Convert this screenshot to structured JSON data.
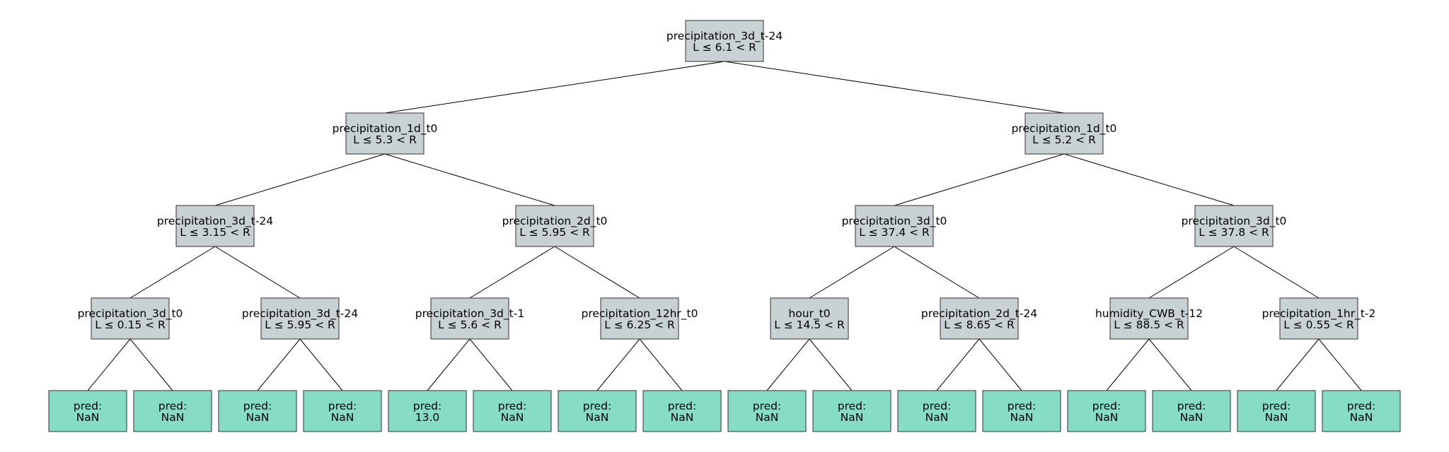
{
  "tree": {
    "nodes": [
      {
        "id": "n0",
        "type": "split",
        "line1": "precipitation_3d_t-24",
        "line2": "L ≤ 6.1 < R"
      },
      {
        "id": "n1",
        "type": "split",
        "line1": "precipitation_1d_t0",
        "line2": "L ≤ 5.3 < R"
      },
      {
        "id": "n2",
        "type": "split",
        "line1": "precipitation_1d_t0",
        "line2": "L ≤ 5.2 < R"
      },
      {
        "id": "n3",
        "type": "split",
        "line1": "precipitation_3d_t-24",
        "line2": "L ≤ 3.15 < R"
      },
      {
        "id": "n4",
        "type": "split",
        "line1": "precipitation_2d_t0",
        "line2": "L ≤ 5.95 < R"
      },
      {
        "id": "n5",
        "type": "split",
        "line1": "precipitation_3d_t0",
        "line2": "L ≤ 37.4 < R"
      },
      {
        "id": "n6",
        "type": "split",
        "line1": "precipitation_3d_t0",
        "line2": "L ≤ 37.8 < R"
      },
      {
        "id": "n7",
        "type": "split",
        "line1": "precipitation_3d_t0",
        "line2": "L ≤ 0.15 < R"
      },
      {
        "id": "n8",
        "type": "split",
        "line1": "precipitation_3d_t-24",
        "line2": "L ≤ 5.95 < R"
      },
      {
        "id": "n9",
        "type": "split",
        "line1": "precipitation_3d_t-1",
        "line2": "L ≤ 5.6 < R"
      },
      {
        "id": "n10",
        "type": "split",
        "line1": "precipitation_12hr_t0",
        "line2": "L ≤ 6.25 < R"
      },
      {
        "id": "n11",
        "type": "split",
        "line1": "hour_t0",
        "line2": "L ≤ 14.5 < R"
      },
      {
        "id": "n12",
        "type": "split",
        "line1": "precipitation_2d_t-24",
        "line2": "L ≤ 8.65 < R"
      },
      {
        "id": "n13",
        "type": "split",
        "line1": "humidity_CWB_t-12",
        "line2": "L ≤ 88.5 < R"
      },
      {
        "id": "n14",
        "type": "split",
        "line1": "precipitation_1hr_t-2",
        "line2": "L ≤ 0.55 < R"
      },
      {
        "id": "n15",
        "type": "leaf",
        "line1": "pred:",
        "line2": "NaN"
      },
      {
        "id": "n16",
        "type": "leaf",
        "line1": "pred:",
        "line2": "NaN"
      },
      {
        "id": "n17",
        "type": "leaf",
        "line1": "pred:",
        "line2": "NaN"
      },
      {
        "id": "n18",
        "type": "leaf",
        "line1": "pred:",
        "line2": "NaN"
      },
      {
        "id": "n19",
        "type": "leaf",
        "line1": "pred:",
        "line2": "13.0"
      },
      {
        "id": "n20",
        "type": "leaf",
        "line1": "pred:",
        "line2": "NaN"
      },
      {
        "id": "n21",
        "type": "leaf",
        "line1": "pred:",
        "line2": "NaN"
      },
      {
        "id": "n22",
        "type": "leaf",
        "line1": "pred:",
        "line2": "NaN"
      },
      {
        "id": "n23",
        "type": "leaf",
        "line1": "pred:",
        "line2": "NaN"
      },
      {
        "id": "n24",
        "type": "leaf",
        "line1": "pred:",
        "line2": "NaN"
      },
      {
        "id": "n25",
        "type": "leaf",
        "line1": "pred:",
        "line2": "NaN"
      },
      {
        "id": "n26",
        "type": "leaf",
        "line1": "pred:",
        "line2": "NaN"
      },
      {
        "id": "n27",
        "type": "leaf",
        "line1": "pred:",
        "line2": "NaN"
      },
      {
        "id": "n28",
        "type": "leaf",
        "line1": "pred:",
        "line2": "NaN"
      },
      {
        "id": "n29",
        "type": "leaf",
        "line1": "pred:",
        "line2": "NaN"
      },
      {
        "id": "n30",
        "type": "leaf",
        "line1": "pred:",
        "line2": "NaN"
      }
    ],
    "colors": {
      "split": "#c8d2d4",
      "leaf": "#86dcc5",
      "border": "#333333",
      "edge": "#000000"
    }
  }
}
